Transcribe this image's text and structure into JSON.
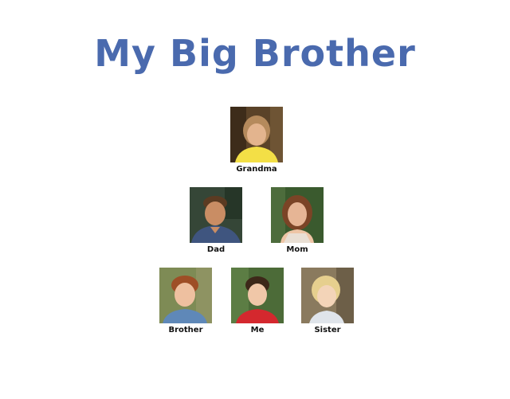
{
  "title": "My Big Brother",
  "members": [
    {
      "name": "Grandma"
    },
    {
      "name": "Dad"
    },
    {
      "name": "Mom"
    },
    {
      "name": "Brother"
    },
    {
      "name": "Me"
    },
    {
      "name": "Sister"
    }
  ]
}
